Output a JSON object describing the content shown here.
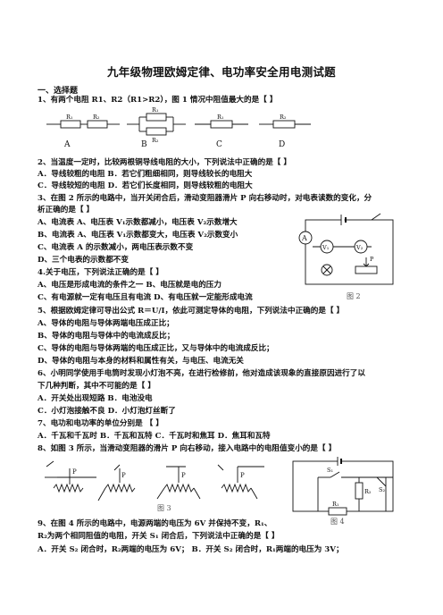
{
  "title": "九年级物理欧姆定律、电功率安全用电测试题",
  "section": "一、选择题",
  "lines": [
    "1、有两个电阻 R1、R2（R1>R2），图 1 情况中阻值最大的是【        】",
    "2、当温度一定时，比较两根铜导线电阻的大小，下列说法中正确的是【        】",
    "A．导线较粗的电阻          B．若它们粗细相同，则导线较长的电阻大",
    "C．导线较短的电阻          D．若它们长度相同，则导线较粗的电阻大",
    "3、在图 2 所示的电路中，当开关闭合后，滑动变阻器滑片 P 向右移动时，对电表读数的变化，分",
    "析正确的是【        】",
    "A、电流表 A、电压表 V₁示数都减小，电压表 V₂示数增大",
    "B、电流表 A、电压表 V₁示数都变大，电压表 V₂示数变小",
    "C、电流表 A 的示数减小，两电压表示数不变",
    "D、三个电表的示数都不变",
    "4.关于电压，下列说法正确的是【        】",
    "A、电压是形成电流的条件之一        B、电压就是电的压力",
    "C、有电源就一定有电压且有电流        D、有电压就一定能形成电流",
    "5、根据欧姆定律可导出公式 R＝U/I，依此可测定导体的电阻，下列说法中正确的是【        】",
    "A、导体的电阻与导体两端电压成正比；",
    "B、导体的电阻与导体中的电流成反比；",
    "C、导体的电阻与导体两端的电压成正比，又与导体中的电流成反比；",
    "D、导体的电阻与本身的材料和属性有关，与电压、电流无关",
    "6、小明同学使用手电筒时发现小灯泡不亮，在进行检修前，他对造成该现象的直接原因进行了以",
    "下几种判断，其中不可能的是【        】",
    "A．开关处出现短路                    B．电池没电",
    "C．小灯泡接触不良                    D．小灯泡灯丝断了",
    "7、电功和电功率的单位分别是  【        】",
    "A．千瓦和千瓦时        B．千瓦和瓦特        C．千瓦时和焦耳        D．焦耳和瓦特",
    "8、如图 3 所示，当滑动变阻器的滑片 P 向右移动，接入电路中的电阻值变小的是【        】",
    "9、在图 4 所示的电路中，电源两端的电压为 6V 并保持不变，R₁、",
    "R₂为两个相同阻值的电阻，开关 S₁ 闭合后，下列说法中正确的是【        】",
    "A．开关 S₂ 闭合时，R₂两端的电压为 6V；     B．开关 S₂ 闭合时，R₁两端的电压为 3V；"
  ],
  "fig1": {
    "labels": [
      "A",
      "B",
      "C",
      "D"
    ],
    "resistors": [
      "R₁",
      "R₂",
      "R₁",
      "R₂",
      "R₁",
      "R₂"
    ]
  },
  "fig2": {
    "caption": "图 2",
    "ammeter": "A",
    "v1": "V₁",
    "v2": "V₂",
    "slider": "P"
  },
  "fig3": {
    "caption": "图 3",
    "labels": [
      "P",
      "P",
      "P",
      "P"
    ]
  },
  "fig4": {
    "caption": "图 4",
    "s1": "S₁",
    "s2": "S₂",
    "r1": "R₁",
    "r2": "R₂"
  }
}
